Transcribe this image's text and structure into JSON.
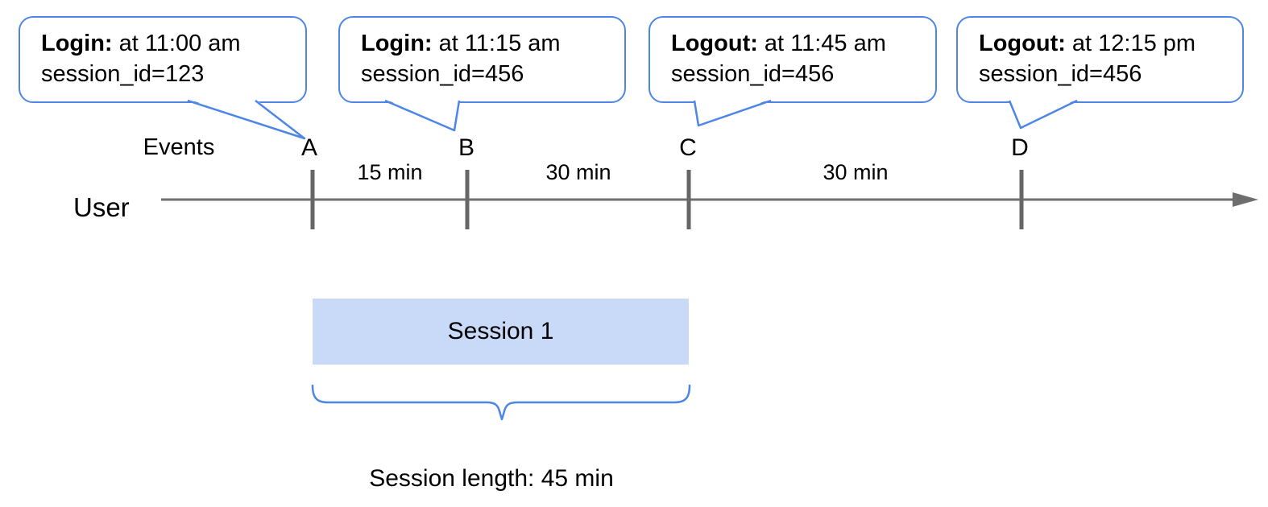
{
  "diagram_title": "user-session-timeline",
  "colors": {
    "accent_blue": "#4e86e8",
    "session_fill": "#c9daf8",
    "axis_gray": "#6e6e6e",
    "tick_gray": "#666666",
    "text": "#000000"
  },
  "bubbles": [
    {
      "label": "Login:",
      "time": "at 11:00 am",
      "session": "session_id=123"
    },
    {
      "label": "Login:",
      "time": "at 11:15 am",
      "session": "session_id=456"
    },
    {
      "label": "Logout:",
      "time": "at 11:45 am",
      "session": "session_id=456"
    },
    {
      "label": "Logout:",
      "time": "at 12:15 pm",
      "session": "session_id=456"
    }
  ],
  "timeline": {
    "axis_label": "User",
    "events_label": "Events",
    "events": [
      {
        "id": "A"
      },
      {
        "id": "B"
      },
      {
        "id": "C"
      },
      {
        "id": "D"
      }
    ],
    "intervals": [
      {
        "label": "15 min"
      },
      {
        "label": "30 min"
      },
      {
        "label": "30 min"
      }
    ]
  },
  "session": {
    "box_label": "Session 1",
    "caption": "Session length: 45 min"
  }
}
